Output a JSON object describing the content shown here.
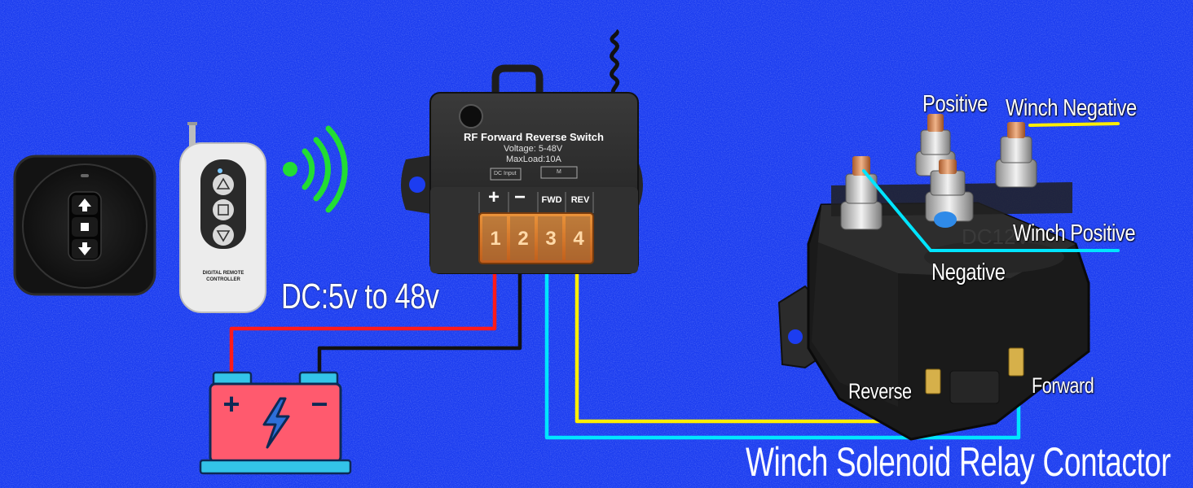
{
  "diagram": {
    "caption": "Winch Solenoid Relay Contactor",
    "supply_note": "DC:5v to 48v",
    "colors": {
      "background": "#1c3df0",
      "wire_positive": "#ff1a1a",
      "wire_negative": "#111111",
      "wire_forward": "#00e5ff",
      "wire_reverse": "#ffee00",
      "signal": "#22dd33",
      "battery_body": "#ff5a6e",
      "battery_terminal": "#33c4e8"
    },
    "module": {
      "title": "RF Forward Reverse Switch",
      "voltage": "Voltage: 5-48V",
      "max_load": "MaxLoad:10A",
      "dc_input_label": "DC Input",
      "motor_label": "M",
      "terminal_plus": "+",
      "terminal_minus": "−",
      "terminal_fwd": "FWD",
      "terminal_rev": "REV",
      "block_numbers": [
        "1",
        "2",
        "3",
        "4"
      ]
    },
    "remote": {
      "label_line1": "DIGITAL REMOTE",
      "label_line2": "CONTROLLER"
    },
    "battery": {
      "plus_symbol": "+",
      "minus_symbol": "−"
    },
    "solenoid": {
      "case_marking": "DC12V",
      "labels": {
        "positive": "Positive",
        "winch_negative": "Winch Negative",
        "winch_positive": "Winch Positive",
        "negative": "Negative",
        "reverse": "Reverse",
        "forward": "Forward"
      }
    }
  }
}
